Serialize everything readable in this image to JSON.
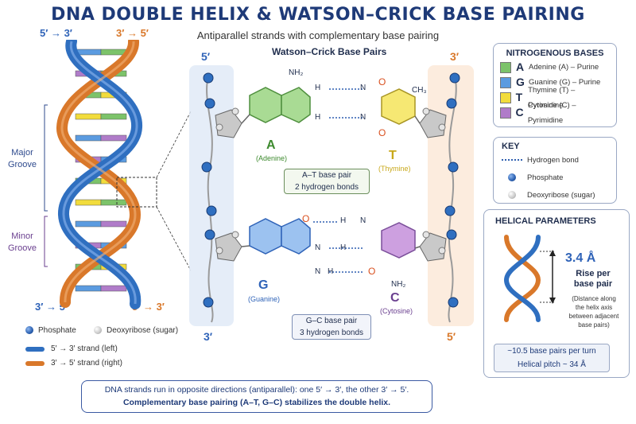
{
  "header": {
    "title": "DNA DOUBLE HELIX & WATSON–CRICK BASE PAIRING",
    "subtitle": "Antiparallel strands with complementary base pairing"
  },
  "helix": {
    "top_left": "5′ → 3′",
    "top_right": "3′ → 5′",
    "bottom_left": "3′ → 5′",
    "bottom_right": "5′ → 3′",
    "major_groove": [
      "Major",
      "Groove"
    ],
    "minor_groove": [
      "Minor",
      "Groove"
    ]
  },
  "left_legend": {
    "phosphate": "Phosphate",
    "sugar": "Deoxyribose (sugar)",
    "strand_left": "5′ → 3′ strand (left)",
    "strand_right": "3′ → 5′ strand (right)"
  },
  "pairs": {
    "title": "Watson–Crick Base Pairs",
    "left_top_end": "5′",
    "left_bottom_end": "3′",
    "right_top_end": "3′",
    "right_bottom_end": "5′",
    "nh2": "NH₂",
    "ch3": "CH₃",
    "atom_n": "N",
    "atom_h": "H",
    "atom_o": "O",
    "a_letter": "A",
    "a_name": "(Adenine)",
    "t_letter": "T",
    "t_name": "(Thymine)",
    "g_letter": "G",
    "g_name": "(Guanine)",
    "c_letter": "C",
    "c_name": "(Cytosine)",
    "at_box": [
      "A–T base pair",
      "2 hydrogen bonds"
    ],
    "gc_box": [
      "G–C base pair",
      "3 hydrogen bonds"
    ]
  },
  "bases_panel": {
    "title": "NITROGENOUS BASES",
    "items": [
      {
        "letter": "A",
        "label": "Adenine (A) – Purine",
        "color": "#7cc36a"
      },
      {
        "letter": "G",
        "label": "Guanine (G) – Purine",
        "color": "#5b9be0"
      },
      {
        "letter": "T",
        "label": "Thymine (T) – Pyrimidine",
        "color": "#f2dc3c"
      },
      {
        "letter": "C",
        "label": "Cytosine (C) – Pyrimidine",
        "color": "#b07cc9"
      }
    ]
  },
  "key_panel": {
    "title": "KEY",
    "hbond": "Hydrogen bond",
    "phosphate": "Phosphate",
    "sugar": "Deoxyribose (sugar)"
  },
  "params_panel": {
    "title": "HELICAL PARAMETERS",
    "rise_value": "3.4 Å",
    "rise_label": [
      "Rise per",
      "base pair"
    ],
    "rise_note": [
      "(Distance along",
      "the helix axis",
      "between adjacent",
      "base pairs)"
    ],
    "foot": [
      "~10.5 base pairs per turn",
      "Helical pitch ~ 34 Å"
    ]
  },
  "footer": {
    "lines": [
      "DNA strands run in opposite directions (antiparallel): one 5′ → 3′, the other 3′ → 5′.",
      "Complementary base pairing (A–T, G–C) stabilizes the double helix."
    ]
  },
  "colors": {
    "blue_strand": "#2f6fc0",
    "orange_strand": "#d9782a",
    "adenine": "#7cc36a",
    "thymine": "#f2dc3c",
    "guanine": "#5b9be0",
    "cytosine": "#b07cc9"
  }
}
